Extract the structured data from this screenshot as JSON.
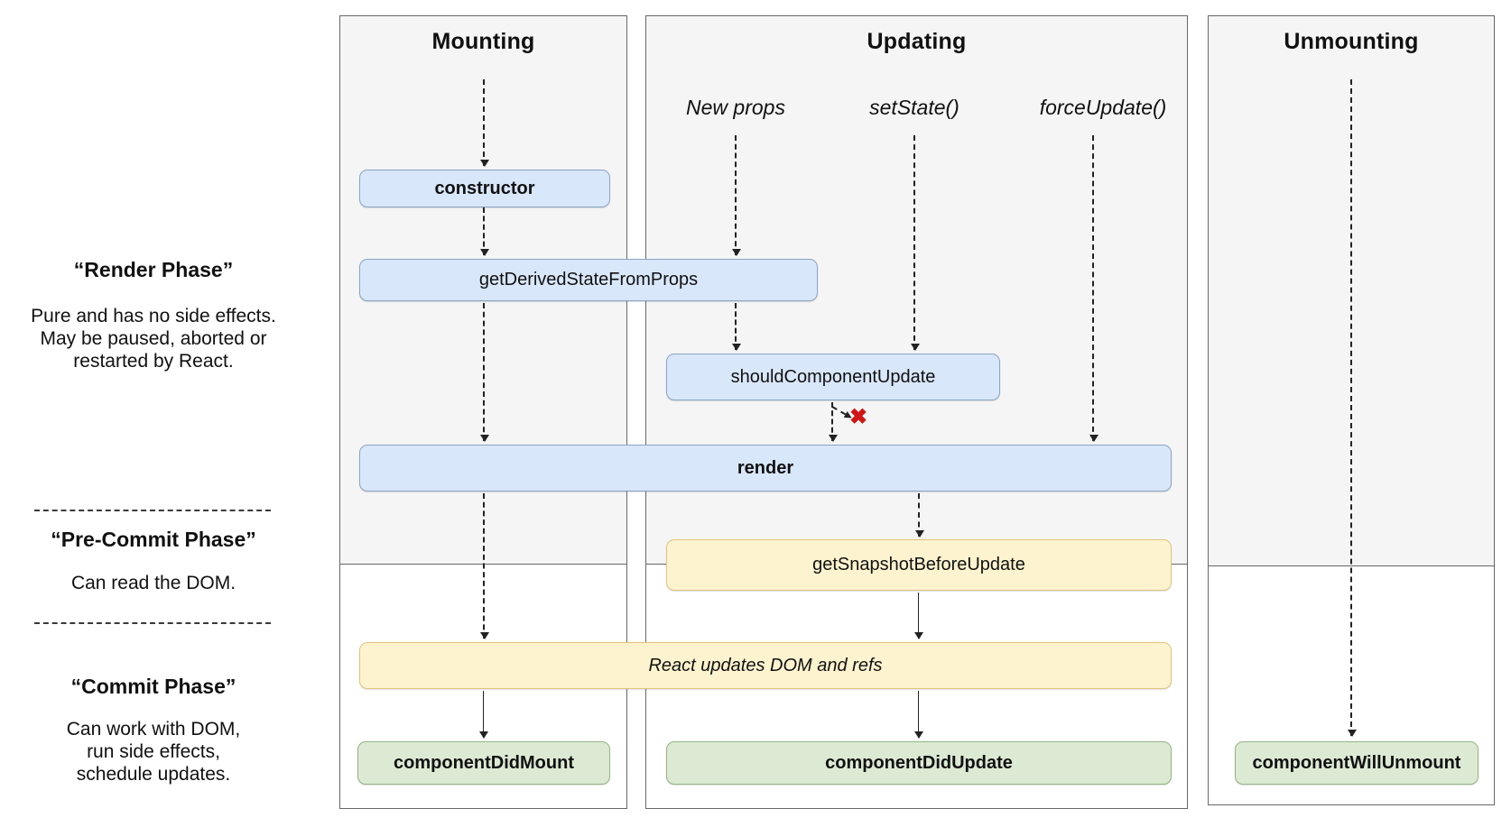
{
  "columns": {
    "mounting": {
      "title": "Mounting"
    },
    "updating": {
      "title": "Updating",
      "triggers": [
        "New props",
        "setState()",
        "forceUpdate()"
      ]
    },
    "unmounting": {
      "title": "Unmounting"
    }
  },
  "phases": {
    "render": {
      "title": "“Render Phase”",
      "description": "Pure and has no side effects.\nMay be paused, aborted or\nrestarted by React."
    },
    "pre_commit": {
      "title": "“Pre-Commit Phase”",
      "description": "Can read the DOM."
    },
    "commit": {
      "title": "“Commit Phase”",
      "description": "Can work with DOM,\nrun side effects,\nschedule updates."
    }
  },
  "nodes": {
    "constructor": {
      "label": "constructor"
    },
    "get_derived_state_from_props": {
      "label": "getDerivedStateFromProps"
    },
    "should_component_update": {
      "label": "shouldComponentUpdate"
    },
    "render": {
      "label": "render"
    },
    "get_snapshot_before_update": {
      "label": "getSnapshotBeforeUpdate"
    },
    "react_updates_dom": {
      "label": "React updates DOM and refs"
    },
    "component_did_mount": {
      "label": "componentDidMount"
    },
    "component_did_update": {
      "label": "componentDidUpdate"
    },
    "component_will_unmount": {
      "label": "componentWillUnmount"
    }
  },
  "markers": {
    "no_update_x": "✖"
  },
  "colors": {
    "column_fill": "#f5f5f5",
    "column_border": "#686868",
    "blue_fill": "#d9e7fb",
    "blue_border": "#8aa4c6",
    "yellow_fill": "#fdf3cf",
    "yellow_border": "#e0c580",
    "green_fill": "#dcead4",
    "green_border": "#93b483",
    "reject_x": "#cf1717"
  }
}
